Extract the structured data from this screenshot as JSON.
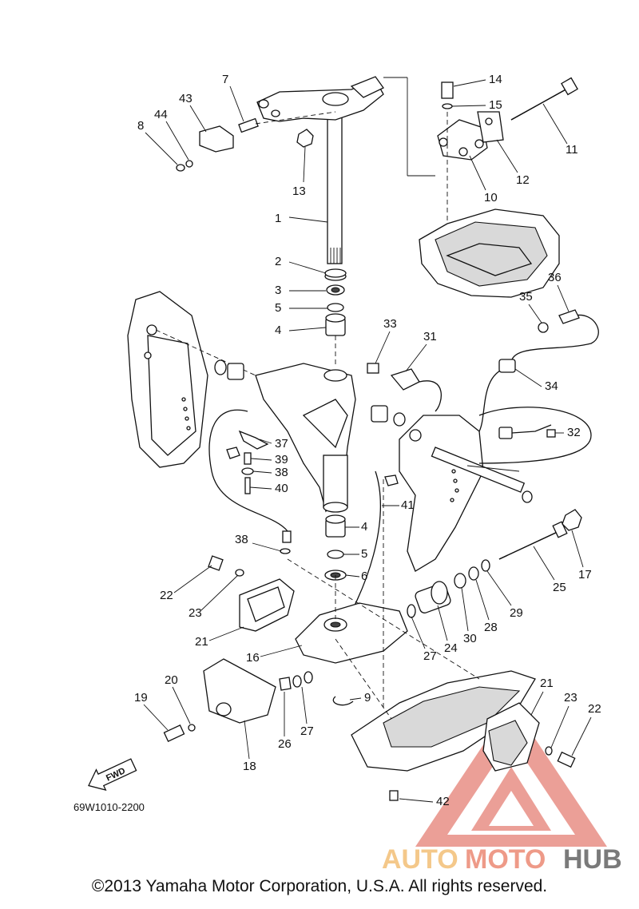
{
  "diagram_code": "69W1010-2200",
  "fwd_label": "FWD",
  "copyright": "©2013 Yamaha Motor Corporation, U.S.A. All rights reserved.",
  "watermark": {
    "part1": "AUTO",
    "part2": "MOTO",
    "part3": "HUB",
    "colors": {
      "auto": "#f4c88a",
      "moto": "#ee9a88",
      "hub": "#7a7a7a",
      "triangle": "#e88f86"
    }
  },
  "callouts": [
    "1",
    "2",
    "3",
    "4",
    "5",
    "6",
    "7",
    "8",
    "9",
    "10",
    "11",
    "12",
    "13",
    "14",
    "15",
    "16",
    "17",
    "18",
    "19",
    "20",
    "21",
    "22",
    "23",
    "24",
    "25",
    "26",
    "27",
    "28",
    "29",
    "30",
    "31",
    "32",
    "33",
    "34",
    "35",
    "36",
    "37",
    "38",
    "39",
    "40",
    "41",
    "42",
    "43",
    "44"
  ]
}
